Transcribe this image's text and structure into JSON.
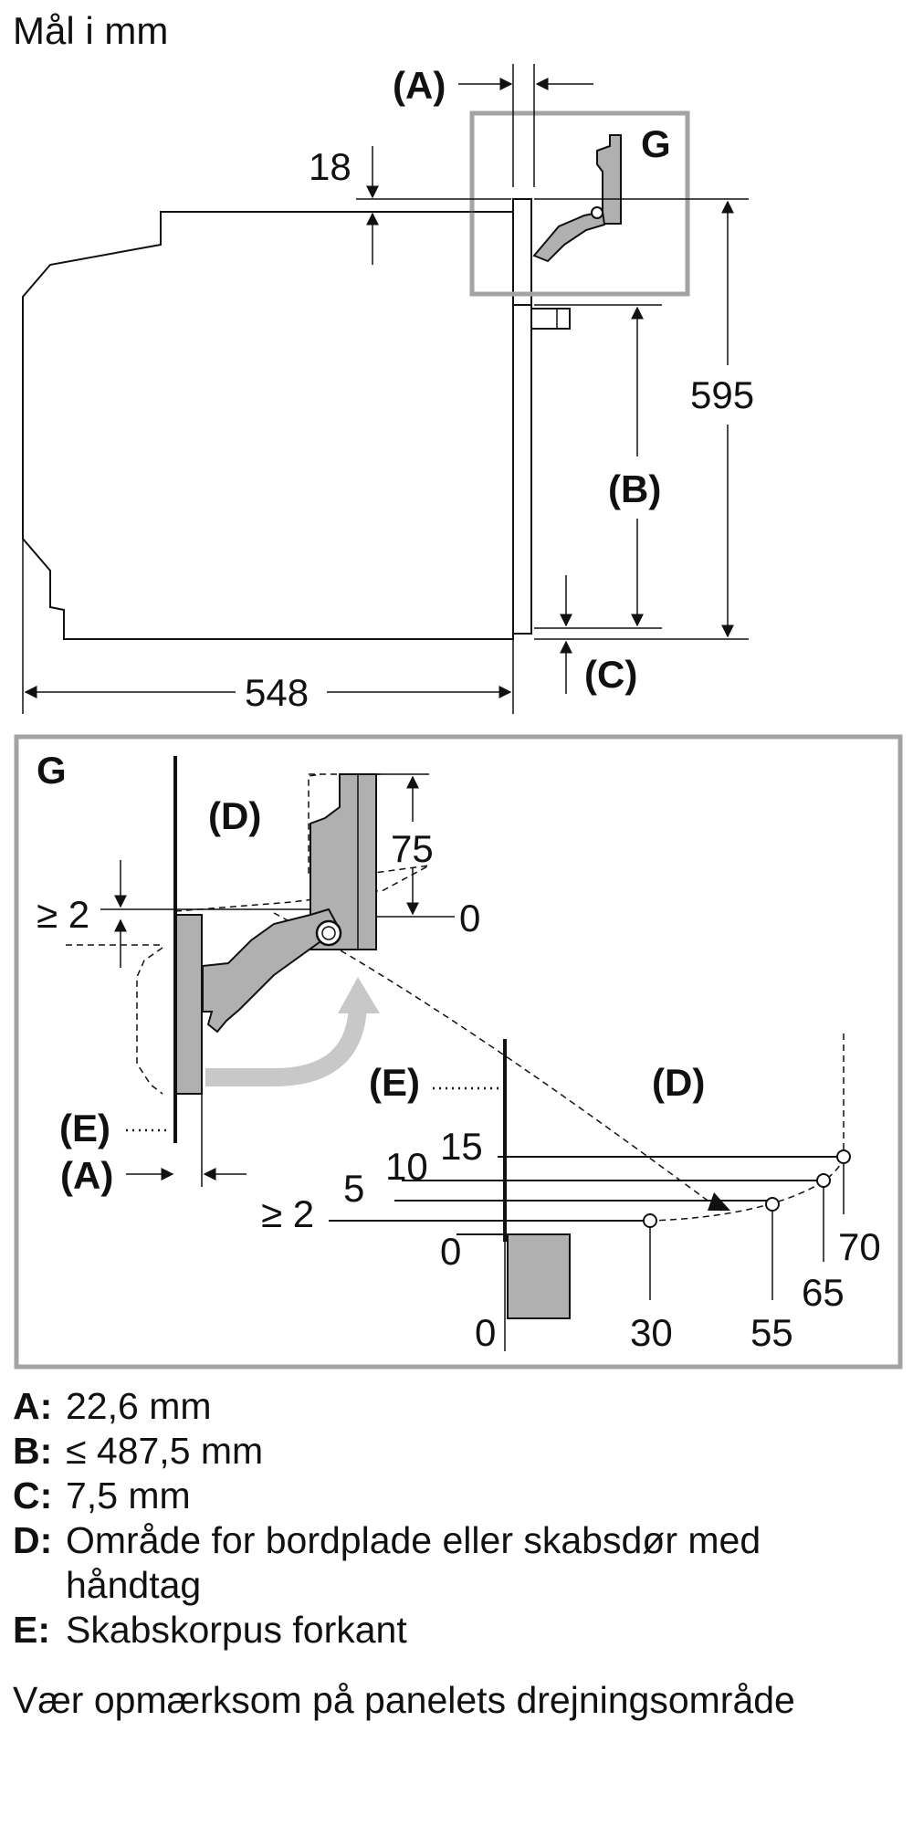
{
  "unit_title": "Mål i mm",
  "top": {
    "dim_A": "(A)",
    "dim_18": "18",
    "detail_G": "G",
    "dim_595": "595",
    "dim_B": "(B)",
    "dim_C": "(C)",
    "dim_548": "548"
  },
  "detail": {
    "title_G": "G",
    "label_D": "(D)",
    "dim_75": "75",
    "dim_0": "0",
    "dim_ge2": "≥ 2",
    "label_E": "(E)",
    "label_A": "(A)",
    "scale": {
      "label_E": "(E)",
      "label_D": "(D)",
      "y_15": "15",
      "y_10": "10",
      "y_5": "5",
      "y_ge2": "≥ 2",
      "y_0": "0",
      "x_0": "0",
      "x_30": "30",
      "x_55": "55",
      "x_65": "65",
      "x_70": "70"
    }
  },
  "legend": [
    {
      "key": "A:",
      "text": "22,6 mm"
    },
    {
      "key": "B:",
      "text": "≤ 487,5 mm"
    },
    {
      "key": "C:",
      "text": "7,5 mm"
    },
    {
      "key": "D:",
      "text": "Område for bordplade eller skabsdør med håndtag"
    },
    {
      "key": "E:",
      "text": "Skabskorpus forkant"
    }
  ],
  "note": "Vær opmærksom på panelets drejningsområde"
}
